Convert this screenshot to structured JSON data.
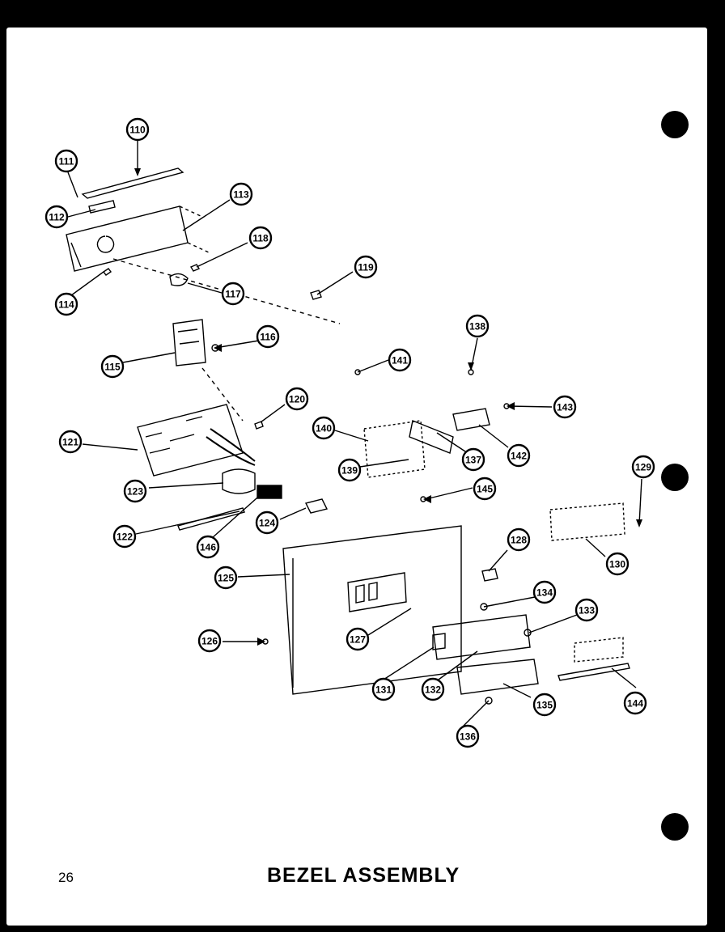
{
  "page": {
    "number": "26",
    "title": "BEZEL ASSEMBLY"
  },
  "callouts": [
    {
      "id": "110",
      "label": "110"
    },
    {
      "id": "111",
      "label": "111"
    },
    {
      "id": "112",
      "label": "112"
    },
    {
      "id": "113",
      "label": "113"
    },
    {
      "id": "114",
      "label": "114"
    },
    {
      "id": "115",
      "label": "115"
    },
    {
      "id": "116",
      "label": "116"
    },
    {
      "id": "117",
      "label": "117"
    },
    {
      "id": "118",
      "label": "118"
    },
    {
      "id": "119",
      "label": "119"
    },
    {
      "id": "120",
      "label": "120"
    },
    {
      "id": "121",
      "label": "121"
    },
    {
      "id": "122",
      "label": "122"
    },
    {
      "id": "123",
      "label": "123"
    },
    {
      "id": "124",
      "label": "124"
    },
    {
      "id": "125",
      "label": "125"
    },
    {
      "id": "126",
      "label": "126"
    },
    {
      "id": "127",
      "label": "127"
    },
    {
      "id": "128",
      "label": "128"
    },
    {
      "id": "129",
      "label": "129"
    },
    {
      "id": "130",
      "label": "130"
    },
    {
      "id": "131",
      "label": "131"
    },
    {
      "id": "132",
      "label": "132"
    },
    {
      "id": "133",
      "label": "133"
    },
    {
      "id": "134",
      "label": "134"
    },
    {
      "id": "135",
      "label": "135"
    },
    {
      "id": "136",
      "label": "136"
    },
    {
      "id": "137",
      "label": "137"
    },
    {
      "id": "138",
      "label": "138"
    },
    {
      "id": "139",
      "label": "139"
    },
    {
      "id": "140",
      "label": "140"
    },
    {
      "id": "141",
      "label": "141"
    },
    {
      "id": "142",
      "label": "142"
    },
    {
      "id": "143",
      "label": "143"
    },
    {
      "id": "144",
      "label": "144"
    },
    {
      "id": "145",
      "label": "145"
    },
    {
      "id": "146",
      "label": "146"
    }
  ]
}
